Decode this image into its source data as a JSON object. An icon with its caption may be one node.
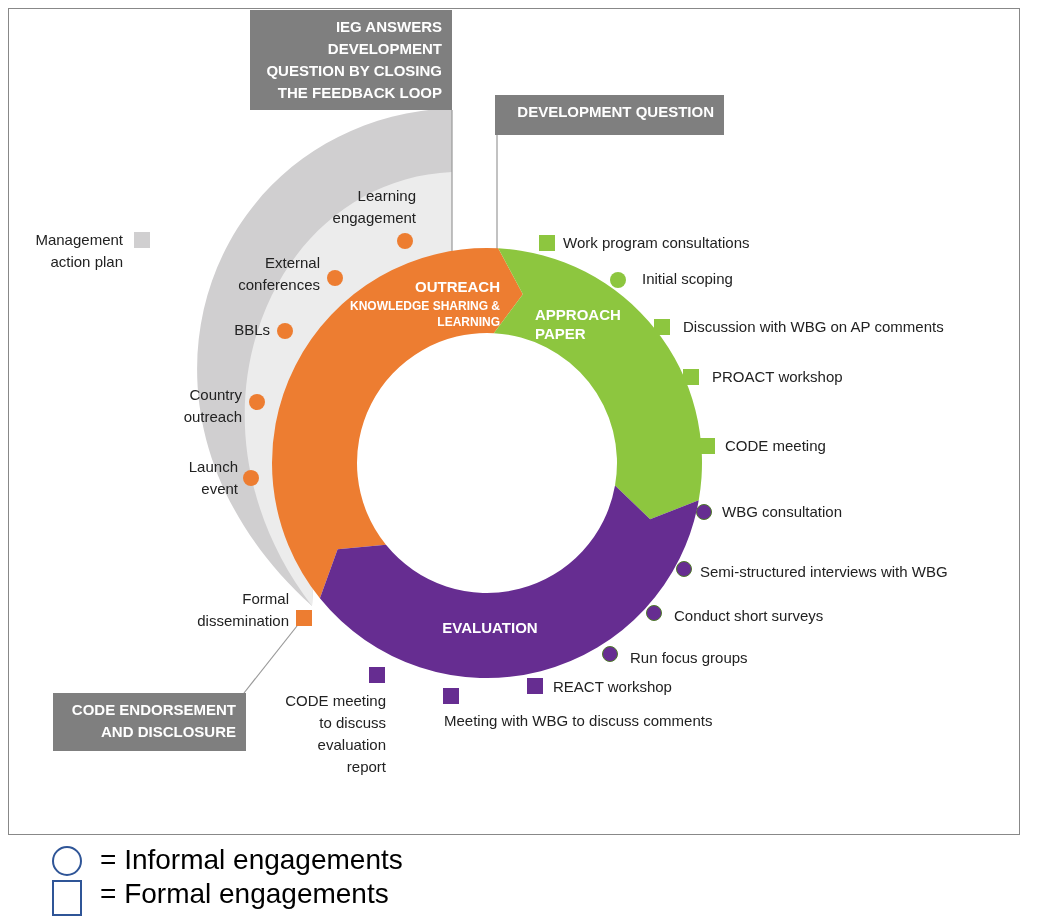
{
  "diagram": {
    "nodes": [
      {
        "text": [
          "IEG ANSWERS DEVELOPMENT QUESTION BY CLOSING THE FEEDBACK LOOP"
        ]
      },
      {
        "text": [
          "DEVELOPMENT QUESTION"
        ]
      },
      {
        "text": [],
        "shape": "box",
        "beside": [
          "Management action plan"
        ]
      },
      {
        "text": [],
        "shape": "circle",
        "beside": [
          "Learning engagement"
        ]
      },
      {
        "text": [],
        "shape": "circle",
        "beside": [
          "External conferences"
        ]
      },
      {
        "text": [
          "OUTREACH",
          "KNOWLEDGE SHARING & LEARNING"
        ]
      },
      {
        "text": [
          "APPROACH PAPER"
        ]
      },
      {
        "text": [],
        "shape": "box",
        "beside": [
          "Work program consultations"
        ]
      },
      {
        "text": [],
        "shape": "circle"
      },
      {
        "text": [],
        "shape": "box"
      },
      {
        "text": [],
        "shape": "circle",
        "beside": [
          "BBLs"
        ]
      },
      {
        "text": [],
        "shape": "box",
        "beside": [
          "PROACT workshop"
        ]
      },
      {
        "text": [],
        "shape": "circle",
        "beside": [
          "Country outreach"
        ]
      },
      {
        "text": [],
        "shape": "box",
        "beside": [
          "CODE meeting"
        ]
      },
      {
        "text": [],
        "shape": "circle",
        "beside": [
          "Launch event"
        ]
      },
      {
        "text": [],
        "shape": "circle",
        "beside": [
          "WBG consultation"
        ]
      },
      {
        "text": [
          "EVALUATION"
        ]
      },
      {
        "text": [],
        "shape": "circle",
        "beside": [
          "Semi-structured interviews with WBG"
        ]
      },
      {
        "text": [],
        "shape": "box",
        "beside": [
          "Formal dissemination"
        ]
      },
      {
        "text": [],
        "shape": "circle"
      },
      {
        "text": [],
        "shape": "circle"
      },
      {
        "text": [],
        "shape": "box",
        "beside": [
          "REACT workshop"
        ]
      },
      {
        "text": [],
        "shape": "box",
        "beside": [
          "CODE meeting to discuss evaluation report"
        ]
      },
      {
        "text": [],
        "shape": "box",
        "beside": [
          "Meeting with WBG to discuss comments"
        ]
      },
      {
        "text": [
          "CODE ENDORSEMENT AND DISCLOSURE"
        ]
      }
    ],
    "edges": [
      {
        "from": 0,
        "to": 5,
        "arrow": "none"
      },
      {
        "from": 1,
        "to": 6,
        "arrow": "none"
      },
      {
        "from": 24,
        "to": 18,
        "arrow": "none"
      }
    ],
    "labels": [
      "Initial scoping",
      "Discussion with WBG on AP comments",
      "Conduct short surveys",
      "Run focus groups"
    ],
    "legend": [
      {
        "text": "= Informal engagements"
      },
      {
        "text": "= Formal engagements"
      }
    ]
  }
}
